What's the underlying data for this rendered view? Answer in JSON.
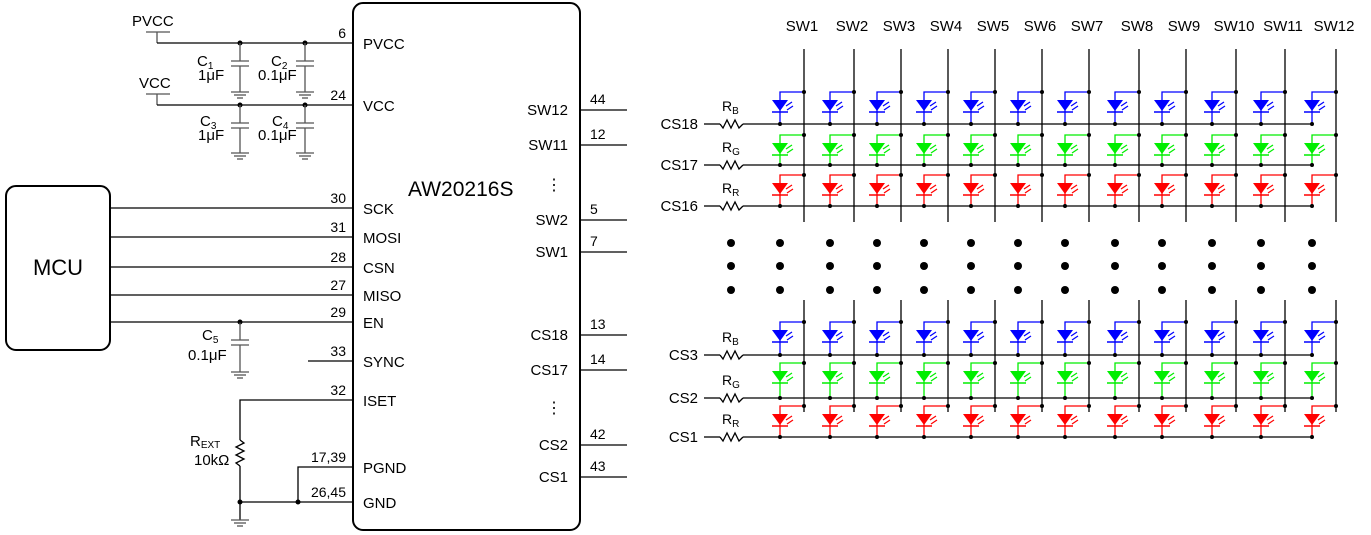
{
  "chip": {
    "name": "AW20216S",
    "left_pins": [
      {
        "pin": "6",
        "label": "PVCC"
      },
      {
        "pin": "24",
        "label": "VCC"
      },
      {
        "pin": "30",
        "label": "SCK"
      },
      {
        "pin": "31",
        "label": "MOSI"
      },
      {
        "pin": "28",
        "label": "CSN"
      },
      {
        "pin": "27",
        "label": "MISO"
      },
      {
        "pin": "29",
        "label": "EN"
      },
      {
        "pin": "33",
        "label": "SYNC"
      },
      {
        "pin": "32",
        "label": "ISET"
      },
      {
        "pin": "17,39",
        "label": "PGND"
      },
      {
        "pin": "26,45",
        "label": "GND"
      }
    ],
    "right_pins": [
      {
        "pin": "44",
        "label": "SW12"
      },
      {
        "pin": "12",
        "label": "SW11"
      },
      {
        "pin": "5",
        "label": "SW2"
      },
      {
        "pin": "7",
        "label": "SW1"
      },
      {
        "pin": "13",
        "label": "CS18"
      },
      {
        "pin": "14",
        "label": "CS17"
      },
      {
        "pin": "42",
        "label": "CS2"
      },
      {
        "pin": "43",
        "label": "CS1"
      }
    ],
    "ellipsis": "⋮"
  },
  "mcu": {
    "label": "MCU"
  },
  "supplies": {
    "pvcc": "PVCC",
    "vcc": "VCC"
  },
  "capacitors": [
    {
      "name": "C",
      "sub": "1",
      "value": "1μF"
    },
    {
      "name": "C",
      "sub": "2",
      "value": "0.1μF"
    },
    {
      "name": "C",
      "sub": "3",
      "value": "1μF"
    },
    {
      "name": "C",
      "sub": "4",
      "value": "0.1μF"
    },
    {
      "name": "C",
      "sub": "5",
      "value": "0.1μF"
    }
  ],
  "rext": {
    "name": "R",
    "sub": "EXT",
    "value": "10kΩ"
  },
  "matrix": {
    "columns": [
      "SW1",
      "SW2",
      "SW3",
      "SW4",
      "SW5",
      "SW6",
      "SW7",
      "SW8",
      "SW9",
      "SW10",
      "SW11",
      "SW12"
    ],
    "top_rows": [
      {
        "cs": "CS18",
        "res": "R",
        "res_sub": "B",
        "color": "#0000ff"
      },
      {
        "cs": "CS17",
        "res": "R",
        "res_sub": "G",
        "color": "#00ee00"
      },
      {
        "cs": "CS16",
        "res": "R",
        "res_sub": "R",
        "color": "#ff0000"
      }
    ],
    "bottom_rows": [
      {
        "cs": "CS3",
        "res": "R",
        "res_sub": "B",
        "color": "#0000ff"
      },
      {
        "cs": "CS2",
        "res": "R",
        "res_sub": "G",
        "color": "#00ee00"
      },
      {
        "cs": "CS1",
        "res": "R",
        "res_sub": "R",
        "color": "#ff0000"
      }
    ]
  }
}
